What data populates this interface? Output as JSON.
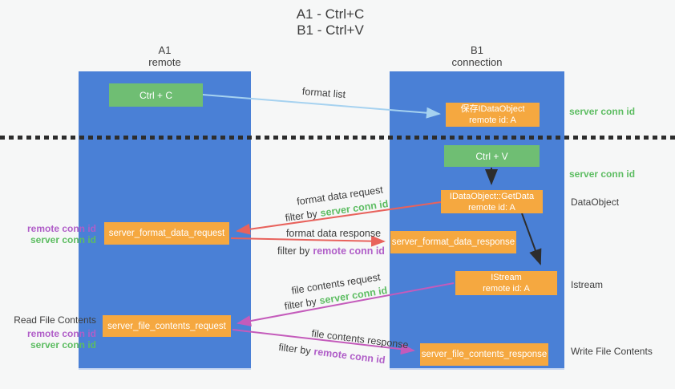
{
  "title": {
    "line1": "A1 - Ctrl+C",
    "line2": "B1 - Ctrl+V"
  },
  "lanes": {
    "a1": {
      "line1": "A1",
      "line2": "remote"
    },
    "b1": {
      "line1": "B1",
      "line2": "connection"
    }
  },
  "boxes": {
    "ctrl_c": "Ctrl + C",
    "ctrl_v": "Ctrl + V",
    "save_dataobject": {
      "line1": "保存IDataObject",
      "line2": "remote id: A"
    },
    "getdata": {
      "line1": "IDataObject::GetData",
      "line2": "remote id: A"
    },
    "istream": {
      "line1": "IStream",
      "line2": "remote id: A"
    },
    "format_request": "server_format_data_request",
    "format_response": "server_format_data_response",
    "file_request": "server_file_contents_request",
    "file_response": "server_file_contents_response"
  },
  "labels": {
    "format_list": "format list",
    "format_data_request": "format data request",
    "format_data_response": "format data response",
    "file_contents_request": "file contents request",
    "file_contents_response": "file contents response",
    "filter_by": "filter by",
    "server_conn_id": "server conn id",
    "remote_conn_id": "remote conn id"
  },
  "side": {
    "dataobject": "DataObject",
    "istream": "Istream",
    "read_file_contents": "Read File Contents",
    "write_file_contents": "Write File Contents"
  },
  "colors": {
    "lane_blue": "#4a80d6",
    "box_green": "#6fbe73",
    "box_orange": "#f5a840",
    "arrow_light_blue": "#a6d2f0",
    "arrow_red": "#e8625c",
    "arrow_magenta": "#c45bbb",
    "arrow_black": "#2d2d2d",
    "text_green": "#5dbd62",
    "text_purple": "#b05ec8",
    "text_dark": "#3d3d3d"
  }
}
